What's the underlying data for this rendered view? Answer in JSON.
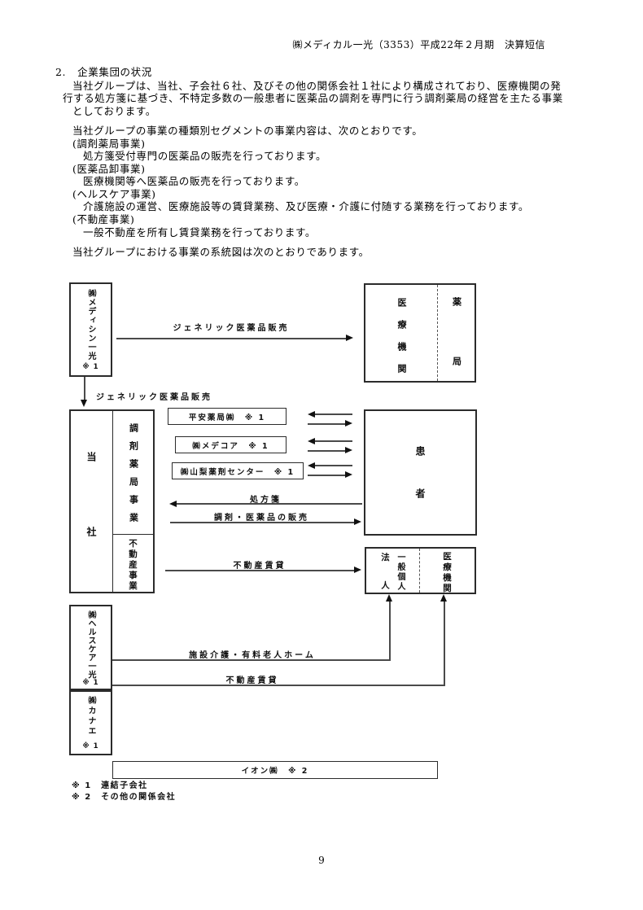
{
  "header": {
    "title": "㈱メディカル一光（3353）平成22年２月期　決算短信"
  },
  "section": {
    "number": "2.",
    "title": "企業集団の状況"
  },
  "intro": {
    "line1": "当社グループは、当社、子会社６社、及びその他の関係会社１社により構成されており、医療機関の発",
    "line2": "行する処方箋に基づき、不特定多数の一般患者に医薬品の調剤を専門に行う調剤薬局の経営を主たる事業",
    "line3": "としております。"
  },
  "segments_heading": "当社グループの事業の種類別セグメントの事業内容は、次のとおりです。",
  "segments": [
    {
      "name": "(調剤薬局事業)",
      "desc": "処方箋受付専門の医薬品の販売を行っております。"
    },
    {
      "name": "(医薬品卸事業)",
      "desc": "医療機関等へ医薬品の販売を行っております。"
    },
    {
      "name": "(ヘルスケア事業)",
      "desc": "介護施設の運営、医療施設等の賃貸業務、及び医療・介護に付随する業務を行っております。"
    },
    {
      "name": "(不動産事業)",
      "desc": "一般不動産を所有し賃貸業務を行っております。"
    }
  ],
  "diagram_heading": "当社グループにおける事業の系統図は次のとおりであります。",
  "diagram": {
    "boxes": {
      "medicine_ikko": {
        "label": "㈱メディシン一光",
        "note": "※ 1"
      },
      "medical_institution_top": {
        "label": "医療機関"
      },
      "pharmacy": {
        "label": "薬局"
      },
      "company": {
        "label": "当社"
      },
      "dispensing_segment": {
        "label": "調剤薬局事業"
      },
      "realestate_segment": {
        "label": "不動産事業"
      },
      "heian": {
        "label": "平安薬局㈱　※ 1"
      },
      "medecore": {
        "label": "㈱メデコア　※ 1"
      },
      "yamanashi": {
        "label": "㈱山梨薬剤センター　※ 1"
      },
      "patient": {
        "label": "患者"
      },
      "corporation": {
        "label": "法人"
      },
      "individual": {
        "label": "一般個人"
      },
      "medical_institution_bottom": {
        "label": "医療機関"
      },
      "healthcare_ikko": {
        "label": "㈱ヘルスケア一光",
        "note": "※ 1"
      },
      "kanae": {
        "label": "㈱カナエ",
        "note": "※ 1"
      },
      "aeon": {
        "label": "イオン㈱　※ 2"
      }
    },
    "arrows": {
      "generic_sales_top": "ジェネリック医薬品販売",
      "generic_sales_down": "ジェネリック医薬品販売",
      "prescription": "処方箋",
      "dispensing_sales": "調剤・医薬品の販売",
      "realestate_lease1": "不動産賃貸",
      "facility_care": "施設介護・有料老人ホーム",
      "realestate_lease2": "不動産賃貸"
    },
    "legend": {
      "item1": "※ 1　連結子会社",
      "item2": "※ 2　その他の関係会社"
    }
  },
  "footer": {
    "page_number": "9"
  }
}
